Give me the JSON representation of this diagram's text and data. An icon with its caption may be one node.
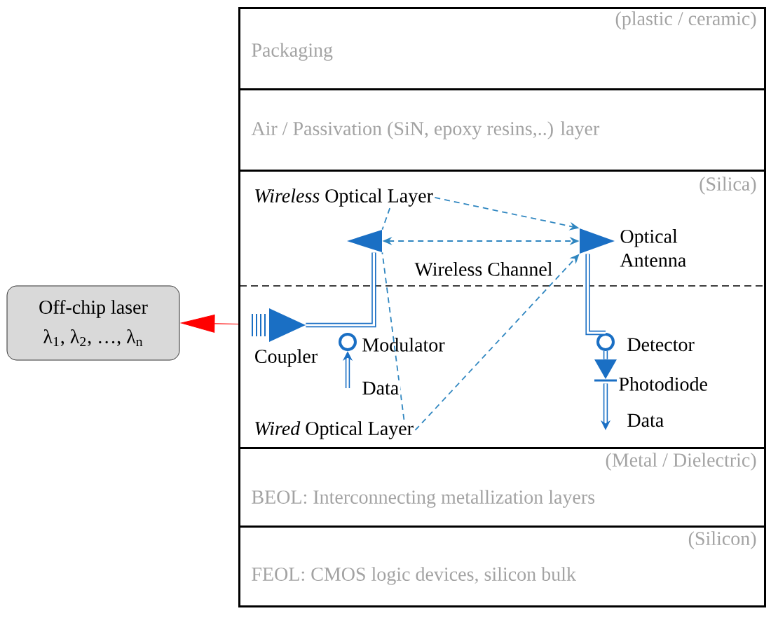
{
  "diagram": {
    "nodes": [
      {
        "text": [
          "(plastic / ceramic)",
          "Packaging"
        ]
      },
      {
        "text": [
          "Air / Passivation (SiN, epoxy resins,..) layer"
        ]
      },
      {
        "text": [
          "(Silica)"
        ]
      },
      {
        "text": [
          "(Metal / Dielectric)",
          "BEOL: Interconnecting metallization layers"
        ]
      },
      {
        "text": [
          "(Silicon)",
          "FEOL: CMOS logic devices, silicon bulk"
        ]
      },
      {
        "text": [
          "Off-chip laser",
          "λ$_{1}$, λ$_{2}$, …, λ$_{n}$"
        ]
      },
      {
        "text": [
          "*Wireless* Optical Layer"
        ],
        "in": 2
      },
      {
        "text": [],
        "shape": "triangle",
        "in": 2
      },
      {
        "text": [],
        "shape": "triangle",
        "beside": [
          "Optical Antenna"
        ],
        "in": 2
      },
      {
        "text": [],
        "shape": "triangle",
        "beside": [
          "Coupler"
        ],
        "in": 2
      },
      {
        "text": [],
        "shape": "circle",
        "beside": [
          "Modulator"
        ],
        "in": 2
      },
      {
        "text": [],
        "shape": "circle",
        "beside": [
          "Detector"
        ],
        "in": 2
      },
      {
        "text": [],
        "shape": "triangle",
        "beside": [
          "Photodiode"
        ],
        "in": 2
      },
      {
        "text": [
          "*Wired* Optical Layer"
        ],
        "in": 2
      }
    ],
    "edges": [
      {
        "from": 2,
        "to": 5,
        "arrow": "to",
        "color": "#ff0000"
      },
      {
        "from": 6,
        "to": 7,
        "arrow": "none",
        "style": "dashed"
      },
      {
        "from": 6,
        "to": 8,
        "arrow": "to",
        "style": "dashed"
      },
      {
        "from": 7,
        "to": 8,
        "arrow": "both",
        "style": "dashed",
        "label": "Wireless Channel"
      },
      {
        "from": 13,
        "to": 7,
        "arrow": "none",
        "style": "dashed"
      },
      {
        "from": 13,
        "to": 8,
        "arrow": "to",
        "style": "dashed"
      },
      {
        "from": 9,
        "to": 7,
        "arrow": "none",
        "style": "thick"
      },
      {
        "from": null,
        "to": 10,
        "arrow": "to",
        "style": "thick",
        "label": "Data"
      },
      {
        "from": 8,
        "to": 11,
        "arrow": "none",
        "style": "thick"
      },
      {
        "from": 11,
        "to": 12,
        "arrow": "none",
        "style": "thick"
      },
      {
        "from": 12,
        "to": null,
        "arrow": "to",
        "style": "thick",
        "label": "Data"
      }
    ]
  }
}
